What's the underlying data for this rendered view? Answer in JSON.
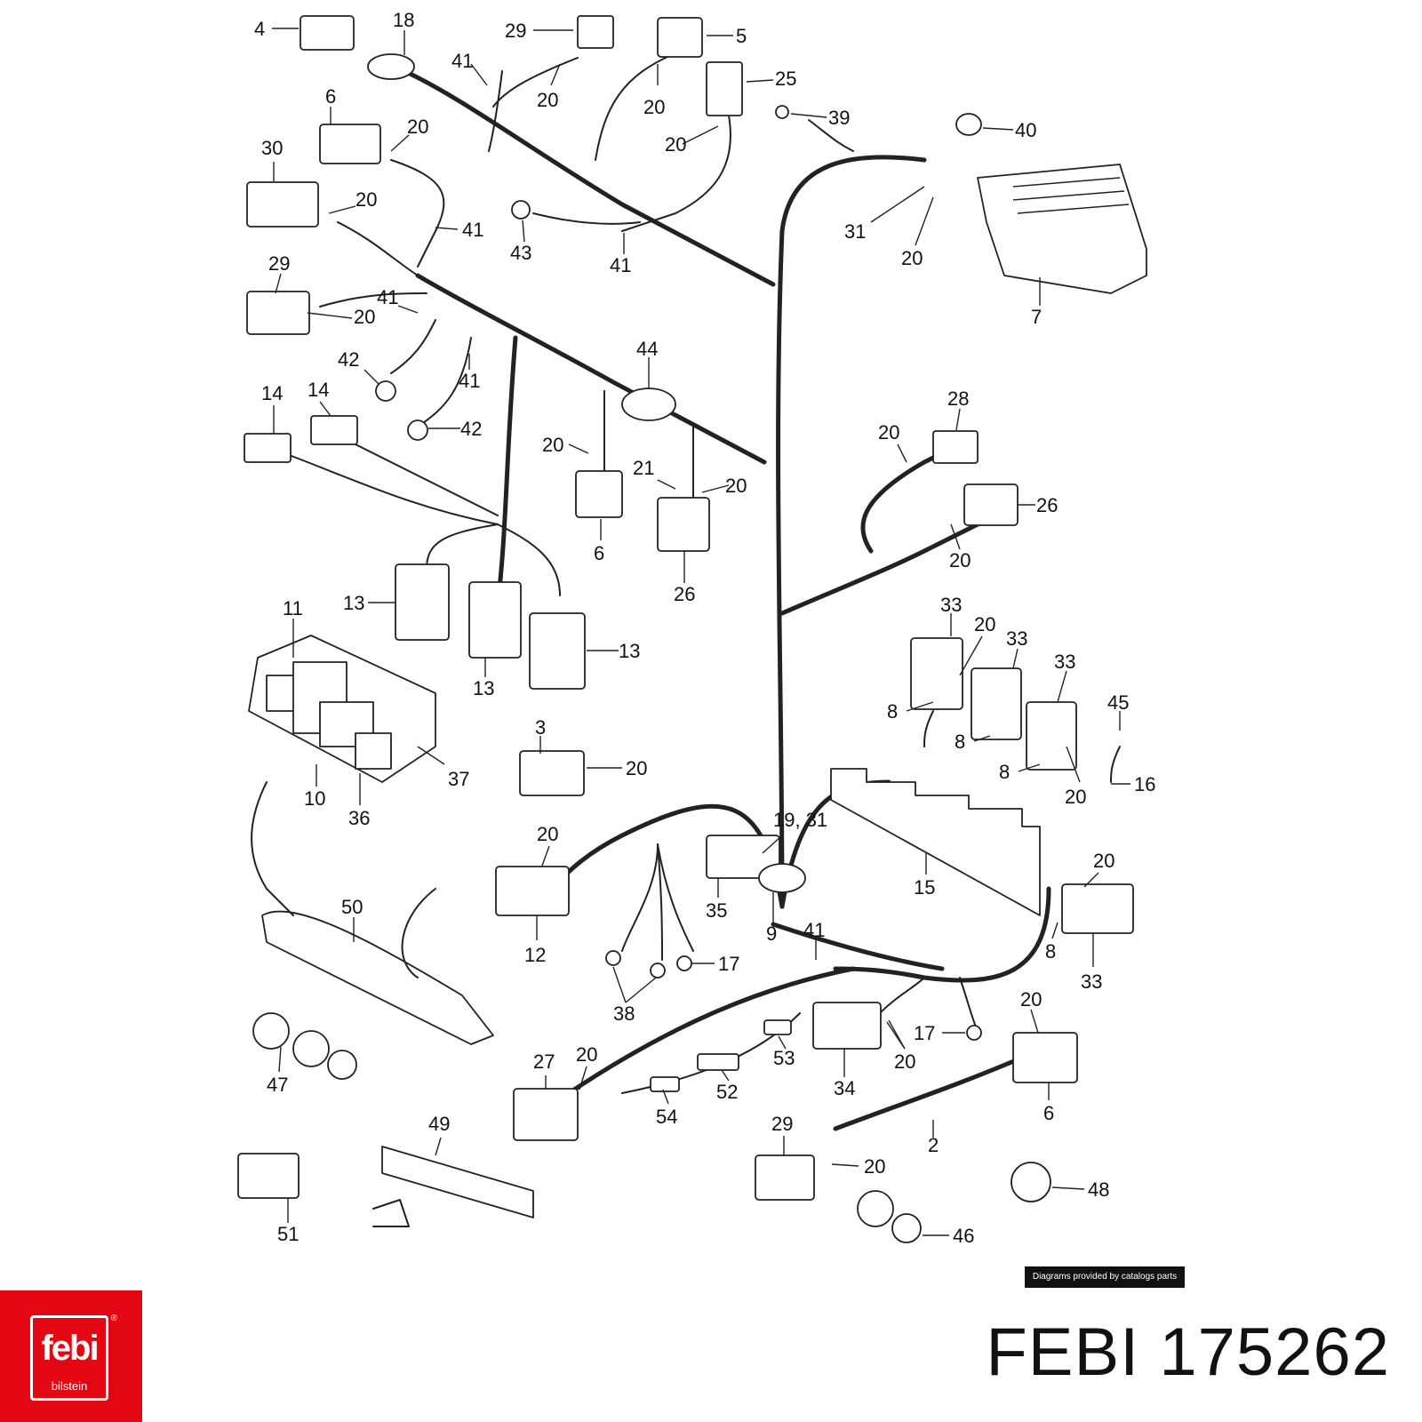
{
  "diagram": {
    "callouts": [
      "4",
      "18",
      "29",
      "5",
      "41",
      "20",
      "20",
      "25",
      "39",
      "40",
      "6",
      "20",
      "30",
      "20",
      "41",
      "43",
      "41",
      "20",
      "31",
      "20",
      "7",
      "29",
      "20",
      "41",
      "42",
      "41",
      "42",
      "44",
      "14",
      "14",
      "20",
      "21",
      "20",
      "6",
      "26",
      "28",
      "20",
      "26",
      "20",
      "13",
      "13",
      "13",
      "11",
      "10",
      "36",
      "37",
      "33",
      "20",
      "33",
      "33",
      "8",
      "8",
      "8",
      "45",
      "16",
      "20",
      "3",
      "20",
      "20",
      "19, 31",
      "15",
      "20",
      "12",
      "35",
      "9",
      "8",
      "33",
      "17",
      "38",
      "41",
      "50",
      "17",
      "20",
      "47",
      "27",
      "20",
      "54",
      "52",
      "53",
      "34",
      "20",
      "6",
      "29",
      "2",
      "20",
      "48",
      "51",
      "49",
      "46"
    ]
  },
  "watermark": {
    "text": "Diagrams provided by catalogs parts"
  },
  "brand": {
    "logo_text": "febi",
    "logo_sub": "bilstein",
    "logo_mark": "®"
  },
  "part": {
    "title": "FEBI 175262"
  }
}
